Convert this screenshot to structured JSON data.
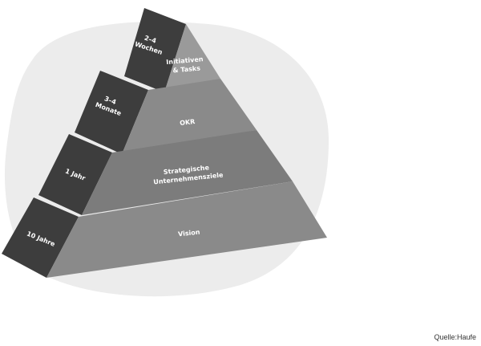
{
  "pyramid": {
    "levels": [
      {
        "name": "Initiativen",
        "name_line2": "& Tasks",
        "timeframe": "2–4",
        "timeframe_line2": "Wochen"
      },
      {
        "name": "OKR",
        "timeframe": "3–4",
        "timeframe_line2": "Monate"
      },
      {
        "name": "Strategische",
        "name_line2": "Unternehmensziele",
        "timeframe": "1 Jahr"
      },
      {
        "name": "Vision",
        "timeframe": "10 Jahre"
      }
    ]
  },
  "source": "Quelle:Haufe",
  "colors": {
    "background_blob": "#ececec",
    "side_faces": "#3d3d3d",
    "front_faces": "#8a8a8a",
    "front_faces_dark": "#7c7c7c",
    "top_face": "#9a9a9a",
    "label_text": "#ffffff"
  }
}
